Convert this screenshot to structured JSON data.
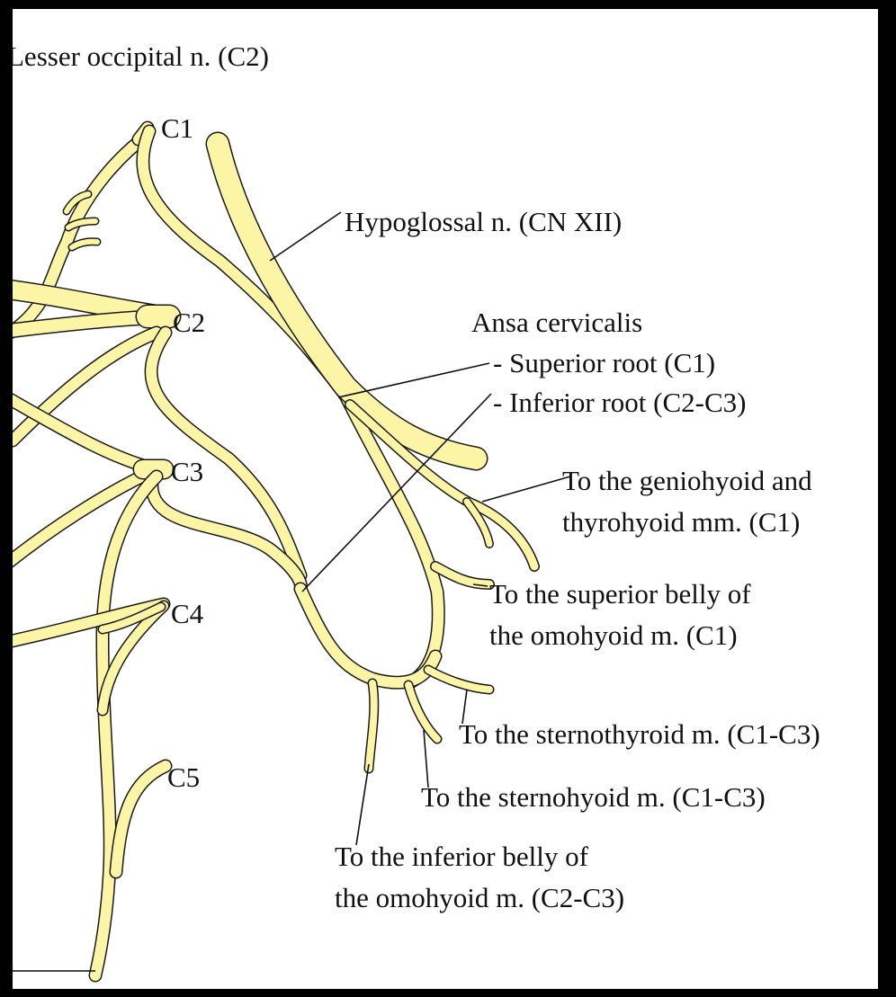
{
  "colors": {
    "nerve_fill": "#FDF5A6",
    "nerve_outline": "#1a1a1a",
    "background": "#ffffff",
    "frame": "#000000"
  },
  "labels": {
    "lesser_occipital": "Lesser occipital n. (C2)",
    "c1": "C1",
    "c2": "C2",
    "c3": "C3",
    "c4": "C4",
    "c5": "C5",
    "hypoglossal": "Hypoglossal n. (CN XII)",
    "ansa_title": "Ansa cervicalis",
    "superior_root": "- Superior root (C1)",
    "inferior_root": "- Inferior root (C2-C3)",
    "geniohyoid_1": "To the geniohyoid and",
    "geniohyoid_2": "thyrohyoid mm. (C1)",
    "sup_omohyoid_1": "To the superior belly of",
    "sup_omohyoid_2": "the omohyoid m. (C1)",
    "sternothyroid": "To the sternothyroid m. (C1-C3)",
    "sternohyoid": "To the sternohyoid m. (C1-C3)",
    "inf_omohyoid_1": "To the inferior belly of",
    "inf_omohyoid_2": "the omohyoid m. (C2-C3)"
  }
}
